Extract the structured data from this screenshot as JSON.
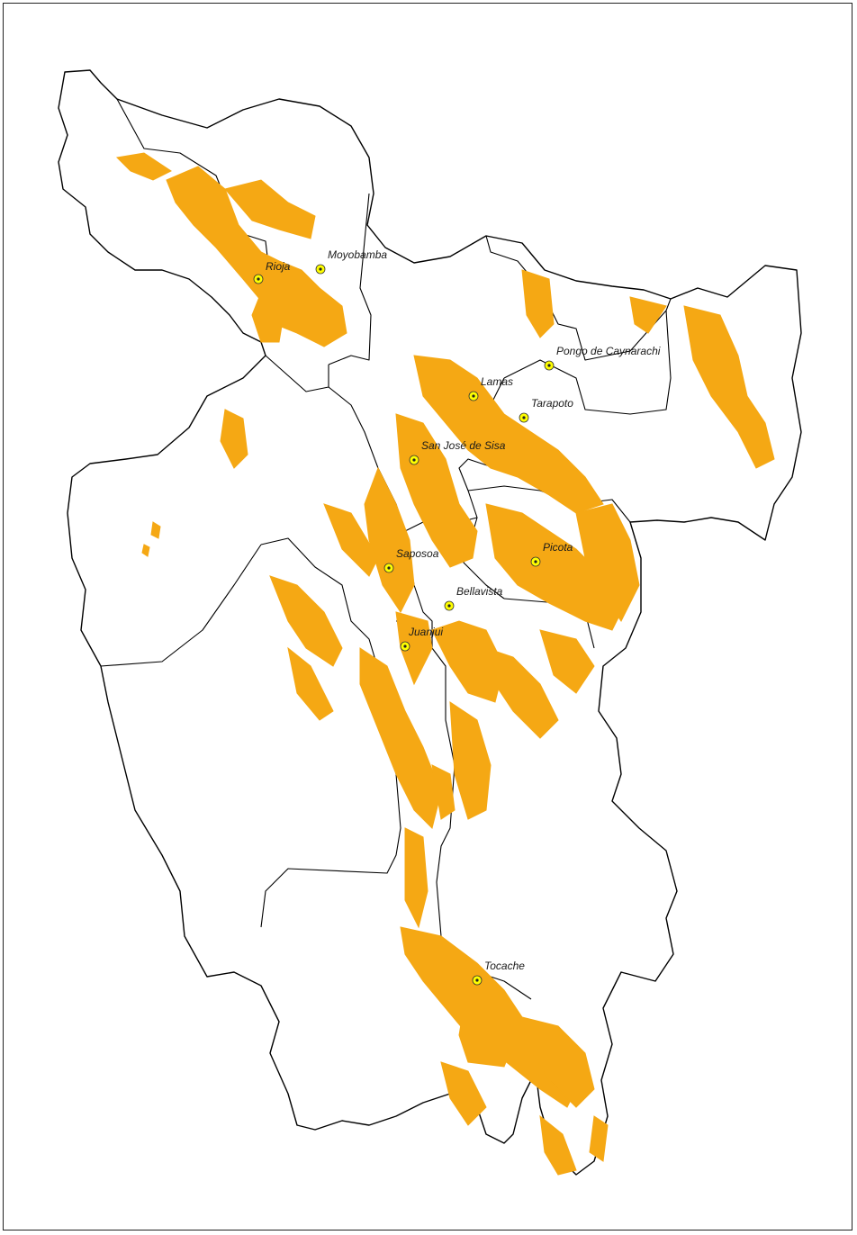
{
  "map": {
    "colors": {
      "area_fill": "#f5a814",
      "boundary": "#000000",
      "city_marker_fill": "#ffff00",
      "city_marker_stroke": "#333333",
      "background": "#ffffff"
    },
    "cities": [
      {
        "name": "Rioja"
      },
      {
        "name": "Moyobamba"
      },
      {
        "name": "Pongo de Caynarachi"
      },
      {
        "name": "Lamas"
      },
      {
        "name": "Tarapoto"
      },
      {
        "name": "San José de Sisa"
      },
      {
        "name": "Saposoa"
      },
      {
        "name": "Picota"
      },
      {
        "name": "Bellavista"
      },
      {
        "name": "Juanjui"
      },
      {
        "name": "Tocache"
      }
    ]
  }
}
